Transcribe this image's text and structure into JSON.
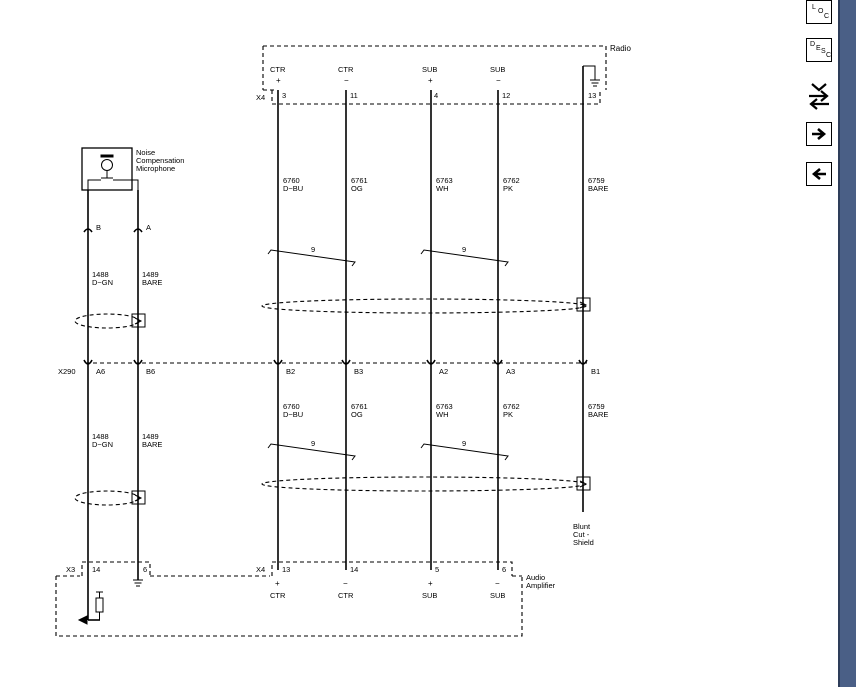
{
  "components": {
    "radio": "Radio",
    "amplifier": [
      "Audio",
      "Amplifier"
    ],
    "microphone": [
      "Noise",
      "Compensation",
      "Microphone"
    ],
    "shield_end": [
      "Blunt",
      "Cut -",
      "Shield"
    ]
  },
  "connectors": {
    "x4": "X4",
    "x290": "X290",
    "x3": "X3"
  },
  "radio_pins": [
    {
      "name": "CTR",
      "sign": "+",
      "pin": "3"
    },
    {
      "name": "CTR",
      "sign": "−",
      "pin": "11"
    },
    {
      "name": "SUB",
      "sign": "+",
      "pin": "4"
    },
    {
      "name": "SUB",
      "sign": "−",
      "pin": "12"
    },
    {
      "name": "",
      "sign": "",
      "pin": "13"
    }
  ],
  "amp_pins": [
    {
      "name": "CTR",
      "sign": "+",
      "pin": "13"
    },
    {
      "name": "CTR",
      "sign": "−",
      "pin": "14"
    },
    {
      "name": "SUB",
      "sign": "+",
      "pin": "5"
    },
    {
      "name": "SUB",
      "sign": "−",
      "pin": "6"
    }
  ],
  "x3_pins": [
    "14",
    "6"
  ],
  "mic_pins": [
    "B",
    "A"
  ],
  "inline_pins": [
    "A6",
    "B6",
    "B2",
    "B3",
    "A2",
    "A3",
    "B1"
  ],
  "circuits": [
    {
      "num": "6760",
      "color": "D−BU"
    },
    {
      "num": "6761",
      "color": "OG"
    },
    {
      "num": "6763",
      "color": "WH"
    },
    {
      "num": "6762",
      "color": "PK"
    },
    {
      "num": "6759",
      "color": "BARE"
    }
  ],
  "mic_circuits": [
    {
      "num": "1488",
      "color": "D−GN"
    },
    {
      "num": "1489",
      "color": "BARE"
    }
  ],
  "twist_label": "9",
  "nav": [
    {
      "name": "loc",
      "main": "L",
      "sub1": "O",
      "sub2": "C"
    },
    {
      "name": "desc",
      "main": "D",
      "sub1": "E",
      "sub2": "S",
      "sub3": "C"
    }
  ],
  "colors": {
    "wire": "#000000",
    "sidebar_edge": "#4a5f86"
  }
}
